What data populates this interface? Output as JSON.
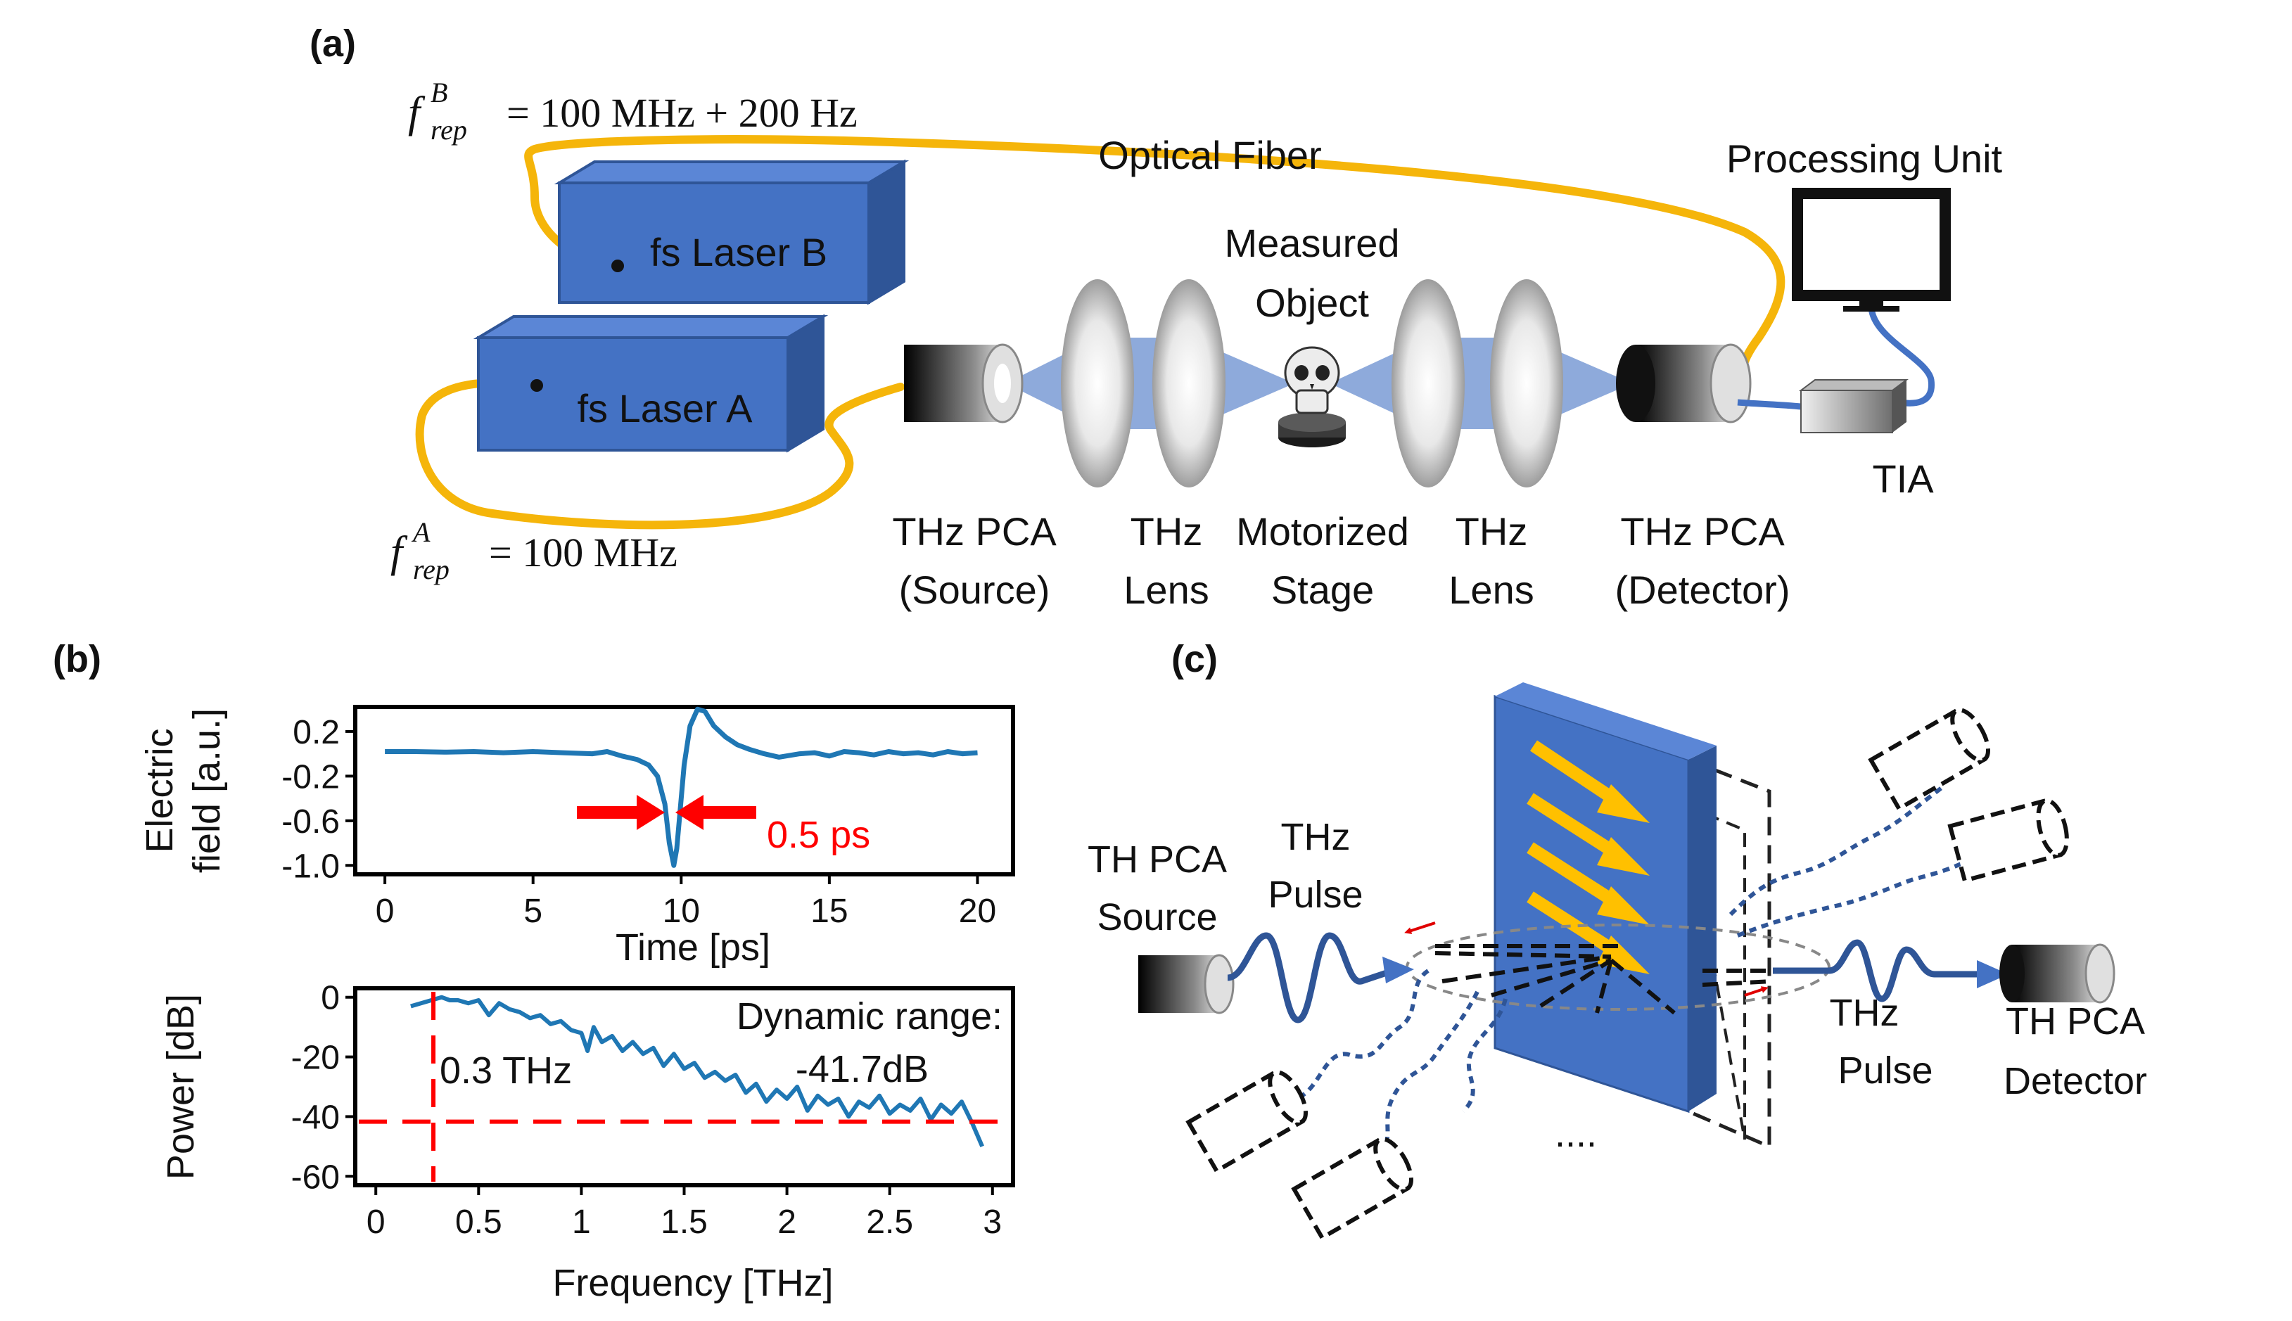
{
  "panels": {
    "a": {
      "tag": "(a)",
      "freq_b": {
        "base": "f",
        "sup": "B",
        "sub": "rep",
        "rhs": "= 100 MHz + 200 Hz"
      },
      "freq_a": {
        "base": "f",
        "sup": "A",
        "sub": "rep",
        "rhs": "= 100 MHz"
      },
      "optical_fiber": "Optical Fiber",
      "processing_unit": "Processing Unit",
      "laser_b": "fs Laser B",
      "laser_a": "fs Laser A",
      "measured_object": [
        "Measured",
        "Object"
      ],
      "tia": "TIA",
      "captions": [
        [
          "THz PCA",
          "(Source)"
        ],
        [
          "THz",
          "Lens"
        ],
        [
          "Motorized",
          "Stage"
        ],
        [
          "THz",
          "Lens"
        ],
        [
          "THz PCA",
          "(Detector)"
        ]
      ]
    },
    "b": {
      "tag": "(b)",
      "annotation_pulse": "0.5 ps",
      "annotation_freq": "0.3 THz",
      "annotation_range": [
        "Dynamic range:",
        "-41.7dB"
      ]
    },
    "c": {
      "tag": "(c)",
      "source": [
        "TH PCA",
        "Source"
      ],
      "pulse_in": [
        "THz",
        "Pulse"
      ],
      "pulse_out": [
        "THz",
        "Pulse"
      ],
      "detector": [
        "TH PCA",
        "Detector"
      ],
      "ellipsis": "...."
    }
  },
  "colors": {
    "fiber": "#f5b50a",
    "laser_face": "#4472c4",
    "laser_top": "#5b86d6",
    "laser_side": "#2f5597",
    "beam": "#8eaadb",
    "signal": "#1f77b4",
    "annotation": "#ff0000",
    "cable": "#4472c4",
    "arrows": "#ffc000"
  },
  "chart_data": [
    {
      "type": "line",
      "title": "",
      "xlabel": "Time [ps]",
      "ylabel": "Electric field [a.u.]",
      "xlim": [
        -1,
        21.2
      ],
      "ylim": [
        -1.08,
        0.42
      ],
      "xticks": [
        0,
        5,
        10,
        15,
        20
      ],
      "yticks": [
        0.2,
        -0.2,
        -0.6,
        -1.0
      ],
      "ytick_labels": [
        "0.2",
        "-0.2",
        "-0.6",
        "-1.0"
      ],
      "series": [
        {
          "x": [
            0,
            1,
            2,
            3,
            4,
            5,
            6,
            7,
            7.5,
            8,
            8.5,
            8.9,
            9.2,
            9.45,
            9.6,
            9.75,
            9.85,
            9.95,
            10.1,
            10.3,
            10.55,
            10.8,
            11.1,
            11.5,
            11.9,
            12.3,
            12.8,
            13.3,
            14,
            14.5,
            15,
            15.5,
            16,
            16.5,
            17,
            17.5,
            18,
            18.5,
            19,
            19.5,
            20
          ],
          "y": [
            0.02,
            0.02,
            0.015,
            0.02,
            0.01,
            0.02,
            0.01,
            0.0,
            0.02,
            -0.02,
            -0.05,
            -0.1,
            -0.2,
            -0.45,
            -0.8,
            -1.0,
            -0.85,
            -0.55,
            -0.1,
            0.25,
            0.4,
            0.38,
            0.25,
            0.15,
            0.08,
            0.04,
            0.0,
            -0.03,
            0.0,
            0.01,
            -0.02,
            0.02,
            0.01,
            -0.01,
            0.02,
            0.0,
            0.01,
            -0.01,
            0.02,
            0.0,
            0.01
          ]
        }
      ]
    },
    {
      "type": "line",
      "title": "",
      "xlabel": "Frequency [THz]",
      "ylabel": "Power [dB]",
      "xlim": [
        -0.1,
        3.1
      ],
      "ylim": [
        -63,
        3
      ],
      "xticks": [
        0,
        0.5,
        1,
        1.5,
        2,
        2.5,
        3
      ],
      "xtick_labels": [
        "0",
        "0.5",
        "1",
        "1.5",
        "2",
        "2.5",
        "3"
      ],
      "yticks": [
        0,
        -20,
        -40,
        -60
      ],
      "series": [
        {
          "x": [
            0.17,
            0.22,
            0.27,
            0.32,
            0.36,
            0.4,
            0.45,
            0.5,
            0.55,
            0.6,
            0.65,
            0.7,
            0.75,
            0.8,
            0.85,
            0.9,
            0.95,
            1.0,
            1.03,
            1.06,
            1.1,
            1.15,
            1.2,
            1.25,
            1.3,
            1.35,
            1.4,
            1.45,
            1.5,
            1.55,
            1.6,
            1.65,
            1.7,
            1.75,
            1.8,
            1.85,
            1.9,
            1.95,
            2.0,
            2.05,
            2.1,
            2.15,
            2.2,
            2.25,
            2.3,
            2.35,
            2.4,
            2.45,
            2.5,
            2.55,
            2.6,
            2.65,
            2.7,
            2.75,
            2.8,
            2.85,
            2.9,
            2.95
          ],
          "y": [
            -3,
            -2,
            -1,
            0,
            -1,
            -1,
            -2,
            -1,
            -6,
            -2,
            -4,
            -5,
            -7,
            -6,
            -9,
            -8,
            -11,
            -12,
            -18,
            -10,
            -15,
            -13,
            -18,
            -15,
            -19,
            -17,
            -23,
            -19,
            -24,
            -22,
            -27,
            -25,
            -28,
            -26,
            -32,
            -29,
            -35,
            -31,
            -34,
            -30,
            -38,
            -33,
            -36,
            -34,
            -40,
            -35,
            -37,
            -33,
            -39,
            -36,
            -38,
            -34,
            -41,
            -36,
            -39,
            -35,
            -42,
            -50
          ]
        }
      ],
      "annotations": [
        {
          "type": "vline",
          "x": 0.28,
          "style": "dashed-red"
        },
        {
          "type": "hline",
          "y": -41.7,
          "style": "dashed-red"
        }
      ]
    }
  ]
}
